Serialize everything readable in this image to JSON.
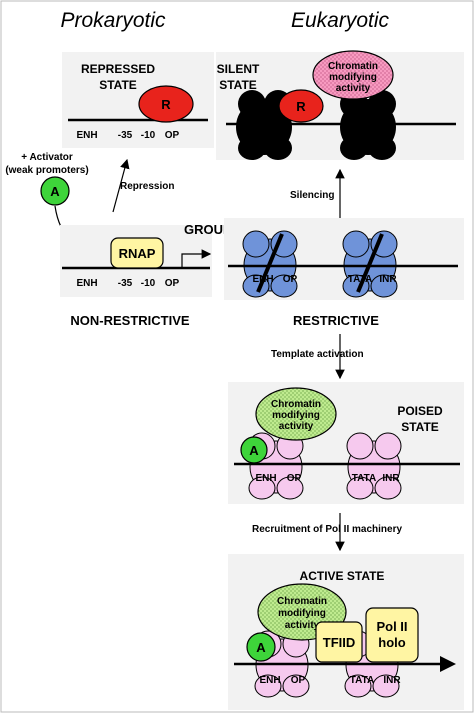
{
  "columns": {
    "left": "Prokaryotic",
    "right": "Eukaryotic"
  },
  "prokaryotic": {
    "repressed": {
      "title_line1": "REPRESSED",
      "title_line2": "STATE",
      "repressor": "R",
      "elements": [
        "ENH",
        "-35",
        "-10",
        "OP"
      ]
    },
    "repression_label": "Repression",
    "activator_line1": "+ Activator",
    "activator_line2": "(weak promoters)",
    "activator": "A",
    "ground": {
      "polymerase": "RNAP",
      "elements": [
        "ENH",
        "-35",
        "-10",
        "OP"
      ]
    },
    "caption": "NON-RESTRICTIVE"
  },
  "ground_state_label": "GROUND STATE",
  "eukaryotic": {
    "silent": {
      "title_line1": "SILENT",
      "title_line2": "STATE",
      "repressor": "R",
      "chromatin_line1": "Chromatin",
      "chromatin_line2": "modifying",
      "chromatin_line3": "activity"
    },
    "silencing_label": "Silencing",
    "ground": {
      "left_elements": [
        "ENH",
        "OP"
      ],
      "right_elements": [
        "TATA",
        "INR"
      ]
    },
    "caption": "RESTRICTIVE",
    "template_activation_label": "Template activation",
    "poised": {
      "title_line1": "POISED",
      "title_line2": "STATE",
      "activator": "A",
      "chromatin_line1": "Chromatin",
      "chromatin_line2": "modifying",
      "chromatin_line3": "activity",
      "elements": [
        "ENH",
        "OP",
        "TATA",
        "INR"
      ]
    },
    "recruitment_label": "Recruitment of Pol II machinery",
    "active": {
      "title": "ACTIVE STATE",
      "activator": "A",
      "chromatin_line1": "Chromatin",
      "chromatin_line2": "modifying",
      "chromatin_line3": "activity",
      "tfiid": "TFIID",
      "pol_line1": "Pol II",
      "pol_line2": "holo",
      "elements": [
        "ENH",
        "OP",
        "TATA",
        "INR"
      ]
    }
  },
  "colors": {
    "repressor": "#e8231c",
    "activator": "#3ed43a",
    "rnap": "#fff5a3",
    "nucleosome_blue": "#6f93d9",
    "nucleosome_pink": "#f6c9ee",
    "nucleosome_black": "#000000",
    "chromatin_silent": "#f79ac0",
    "chromatin_green": "#bfeb8f",
    "factor_yellow": "#fff5a3"
  }
}
